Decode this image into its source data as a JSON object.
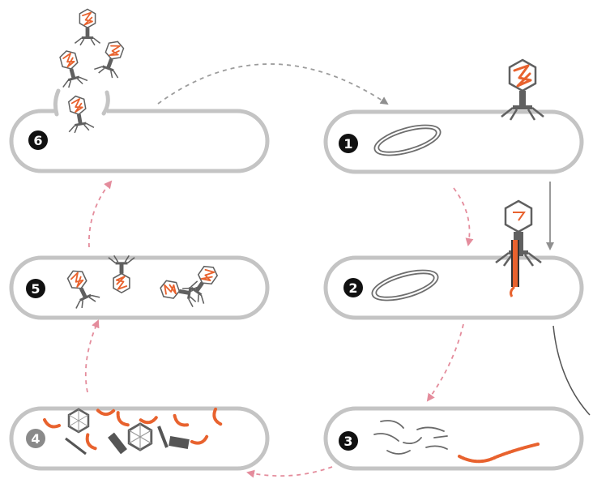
{
  "steps": [
    {
      "label": "1",
      "badge": "#111111"
    },
    {
      "label": "2",
      "badge": "#111111"
    },
    {
      "label": "3",
      "badge": "#111111"
    },
    {
      "label": "4",
      "badge": "#8a8a8a"
    },
    {
      "label": "5",
      "badge": "#111111"
    },
    {
      "label": "6",
      "badge": "#111111"
    }
  ],
  "colors": {
    "cell_outline": "#c4c4c4",
    "phage": "#5f5f5f",
    "dna": "#e8622e",
    "cycle_arrow": "#e48c9c",
    "attach_arrow": "#8a8a8a"
  }
}
